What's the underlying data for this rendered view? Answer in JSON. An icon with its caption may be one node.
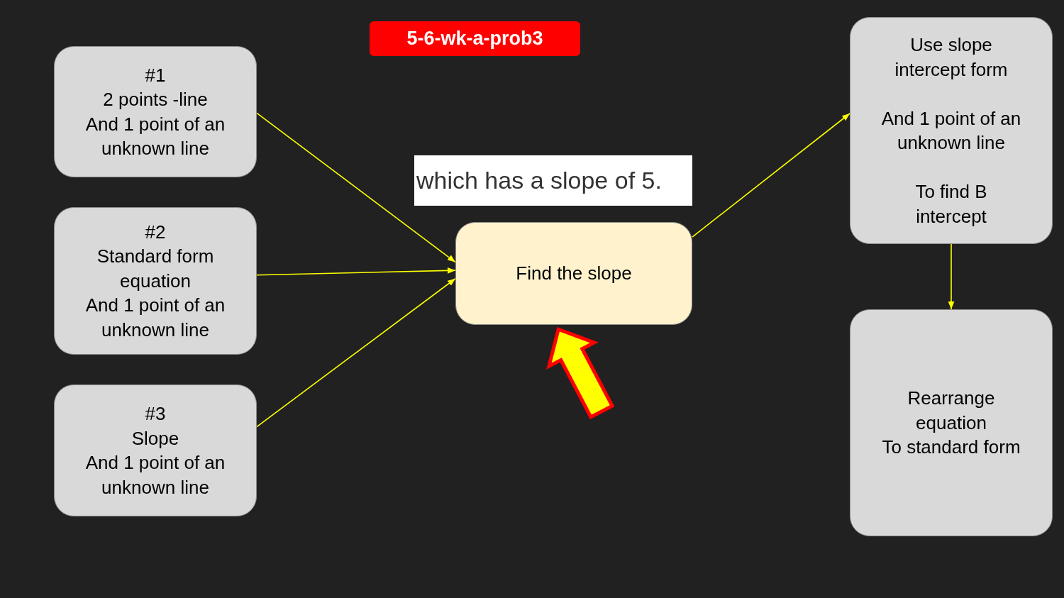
{
  "diagram": {
    "title": "5-6-wk-a-prob3",
    "nodes": [
      {
        "text": [
          "#1",
          "2 points -line",
          "And 1 point of an unknown line"
        ]
      },
      {
        "text": [
          "#2",
          "Standard form equation",
          "And 1 point of an unknown line"
        ]
      },
      {
        "text": [
          "#3",
          "Slope",
          "And 1 point of an unknown line"
        ]
      },
      {
        "text": [
          "Find the slope"
        ]
      },
      {
        "text": [
          "Use slope intercept form",
          "And 1 point of an unknown line",
          "To find B intercept"
        ]
      },
      {
        "text": [
          "Rearrange equation",
          "To standard form"
        ]
      }
    ],
    "edges": [
      {
        "from": 0,
        "to": 3,
        "arrow": "to"
      },
      {
        "from": 1,
        "to": 3,
        "arrow": "to"
      },
      {
        "from": 2,
        "to": 3,
        "arrow": "to"
      },
      {
        "from": 3,
        "to": 4,
        "arrow": "to"
      },
      {
        "from": 4,
        "to": 5,
        "arrow": "to"
      },
      {
        "from": null,
        "to": 3,
        "arrow": "to",
        "style": "thick"
      }
    ],
    "labels": [
      "which has a slope of 5."
    ]
  }
}
